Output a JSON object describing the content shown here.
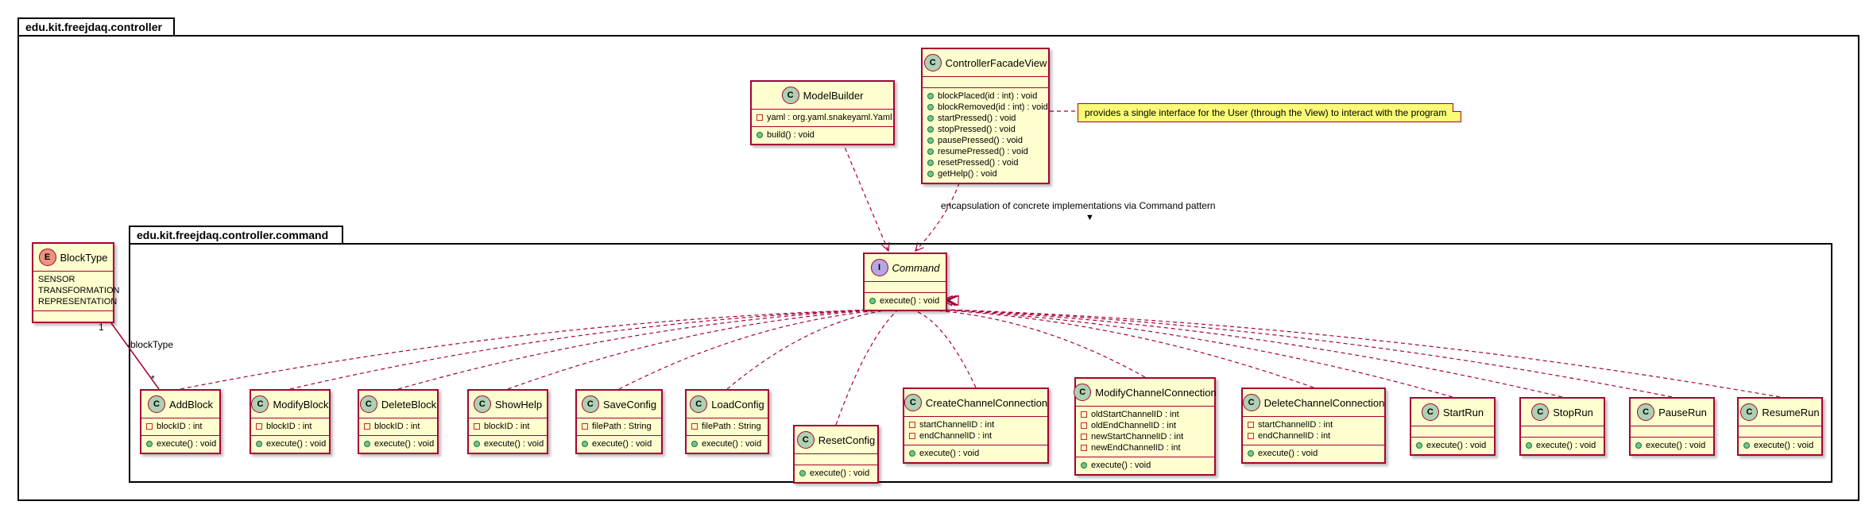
{
  "packages": {
    "outer": "edu.kit.freejdaq.controller",
    "inner": "edu.kit.freejdaq.controller.command"
  },
  "classes": {
    "model_builder": {
      "stereotype": "C",
      "name": "ModelBuilder",
      "fields": [
        "yaml : org.yaml.snakeyaml.Yaml"
      ],
      "methods": [
        "build() : void"
      ]
    },
    "controller_facade_view": {
      "stereotype": "C",
      "name": "ControllerFacadeView",
      "methods": [
        "blockPlaced(id : int) : void",
        "blockRemoved(id : int) : void",
        "startPressed() : void",
        "stopPressed() : void",
        "pausePressed() : void",
        "resumePressed() : void",
        "resetPressed() : void",
        "getHelp() : void"
      ]
    },
    "block_type": {
      "stereotype": "E",
      "name": "BlockType",
      "values": [
        "SENSOR",
        "TRANSFORMATION",
        "REPRESENTATION"
      ]
    },
    "command": {
      "stereotype": "I",
      "name": "Command",
      "methods": [
        "execute() : void"
      ]
    },
    "commands": [
      {
        "stereotype": "C",
        "name": "AddBlock",
        "fields": [
          "blockID : int"
        ],
        "methods": [
          "execute() : void"
        ]
      },
      {
        "stereotype": "C",
        "name": "ModifyBlock",
        "fields": [
          "blockID : int"
        ],
        "methods": [
          "execute() : void"
        ]
      },
      {
        "stereotype": "C",
        "name": "DeleteBlock",
        "fields": [
          "blockID : int"
        ],
        "methods": [
          "execute() : void"
        ]
      },
      {
        "stereotype": "C",
        "name": "ShowHelp",
        "fields": [
          "blockID : int"
        ],
        "methods": [
          "execute() : void"
        ]
      },
      {
        "stereotype": "C",
        "name": "SaveConfig",
        "fields": [
          "filePath : String"
        ],
        "methods": [
          "execute() : void"
        ]
      },
      {
        "stereotype": "C",
        "name": "LoadConfig",
        "fields": [
          "filePath : String"
        ],
        "methods": [
          "execute() : void"
        ]
      },
      {
        "stereotype": "C",
        "name": "ResetConfig",
        "methods": [
          "execute() : void"
        ]
      },
      {
        "stereotype": "C",
        "name": "CreateChannelConnection",
        "fields": [
          "startChannelID : int",
          "endChannelID : int"
        ],
        "methods": [
          "execute() : void"
        ]
      },
      {
        "stereotype": "C",
        "name": "ModifyChannelConnection",
        "fields": [
          "oldStartChannelID : int",
          "oldEndChannelID : int",
          "newStartChannelID : int",
          "newEndChannelID : int"
        ],
        "methods": [
          "execute() : void"
        ]
      },
      {
        "stereotype": "C",
        "name": "DeleteChannelConnection",
        "fields": [
          "startChannelID : int",
          "endChannelID : int"
        ],
        "methods": [
          "execute() : void"
        ]
      },
      {
        "stereotype": "C",
        "name": "StartRun",
        "methods": [
          "execute() : void"
        ]
      },
      {
        "stereotype": "C",
        "name": "StopRun",
        "methods": [
          "execute() : void"
        ]
      },
      {
        "stereotype": "C",
        "name": "PauseRun",
        "methods": [
          "execute() : void"
        ]
      },
      {
        "stereotype": "C",
        "name": "ResumeRun",
        "methods": [
          "execute() : void"
        ]
      }
    ]
  },
  "note": "provides a single interface for the User (through the View) to interact with the program",
  "labels": {
    "encapsulation": "encapsulation of concrete implementations via Command pattern",
    "encapsulation_arrow": "▼",
    "block_type_role": "-blockType",
    "mult_one": "1",
    "mult_many": "*"
  },
  "colors": {
    "class_fill": "#fefece",
    "class_border": "#a80036",
    "class_badge": "#add1b2",
    "enum_badge": "#eb937f",
    "interface_badge": "#b4a7e5",
    "note_fill": "#fbfb77",
    "link": "#a80036"
  }
}
